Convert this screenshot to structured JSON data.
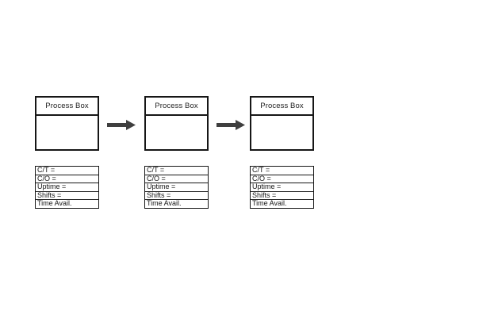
{
  "diagram": {
    "kind": "process-flow-template",
    "colors": {
      "background": "#ffffff",
      "box_border": "#161616",
      "arrow": "#3f3f3f",
      "text": "#1a1a1a"
    },
    "columns": [
      {
        "process_label": "Process Box",
        "data_rows": [
          "C/T =",
          "C/O =",
          "Uptime =",
          "Shifts =",
          "Time Avail."
        ]
      },
      {
        "process_label": "Process Box",
        "data_rows": [
          "C/T =",
          "C/O =",
          "Uptime =",
          "Shifts =",
          "Time Avail."
        ]
      },
      {
        "process_label": "Process Box",
        "data_rows": [
          "C/T =",
          "C/O =",
          "Uptime =",
          "Shifts =",
          "Time Avail."
        ]
      }
    ],
    "arrows": [
      {
        "direction": "right"
      },
      {
        "direction": "right"
      }
    ]
  }
}
